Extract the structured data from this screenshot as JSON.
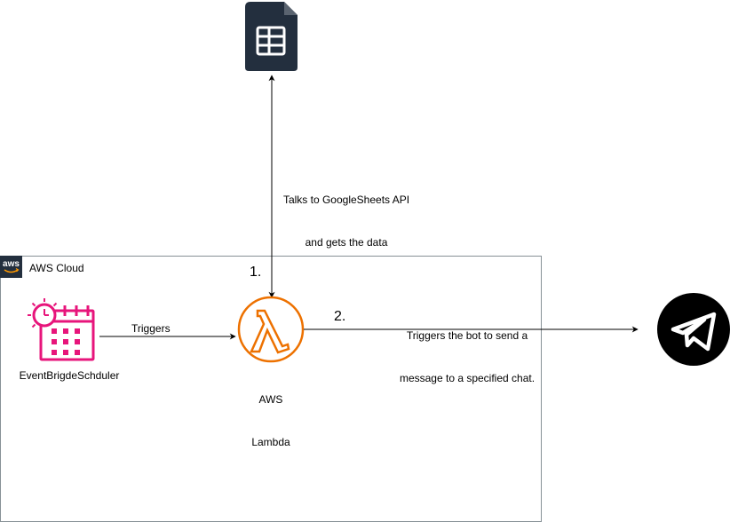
{
  "group": {
    "label": "AWS Cloud",
    "logo_text": "aws",
    "border_color": "#879196"
  },
  "nodes": {
    "sheets": {
      "icon": "google-sheets-icon",
      "color": "#232F3E"
    },
    "scheduler": {
      "icon": "eventbridge-scheduler-icon",
      "label": "EventBrigdeSchduler",
      "color": "#E7157B"
    },
    "lambda": {
      "icon": "aws-lambda-icon",
      "label_line1": "AWS",
      "label_line2": "Lambda",
      "color": "#ED7100"
    },
    "telegram": {
      "icon": "telegram-icon",
      "color": "#000000"
    }
  },
  "edges": {
    "sheets_lambda": {
      "label_line1": "Talks to GoogleSheets API",
      "label_line2": "and gets the data",
      "step": "1."
    },
    "scheduler_lambda": {
      "label": "Triggers"
    },
    "lambda_telegram": {
      "label_line1": "Triggers the bot to send a",
      "label_line2": "message to a specified chat.",
      "step": "2."
    }
  }
}
